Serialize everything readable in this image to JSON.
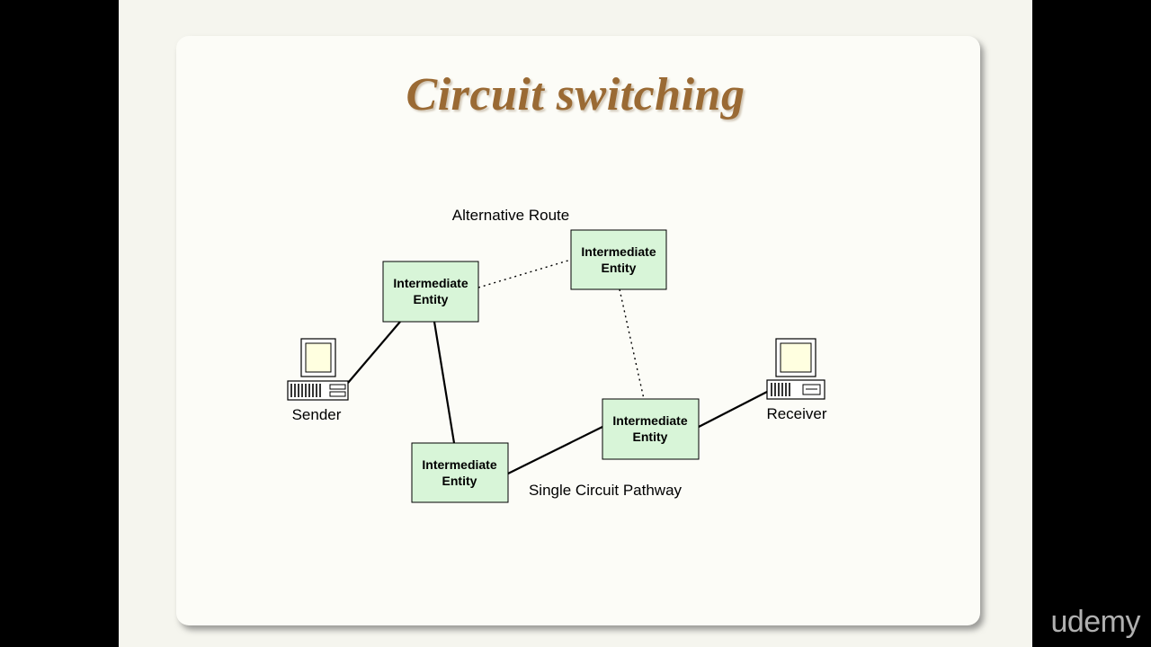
{
  "slide": {
    "title": "Circuit switching"
  },
  "diagram": {
    "nodes": [
      {
        "id": "ie-top-left",
        "line1": "Intermediate",
        "line2": "Entity"
      },
      {
        "id": "ie-top-right",
        "line1": "Intermediate",
        "line2": "Entity"
      },
      {
        "id": "ie-bottom-left",
        "line1": "Intermediate",
        "line2": "Entity"
      },
      {
        "id": "ie-bottom-right",
        "line1": "Intermediate",
        "line2": "Entity"
      }
    ],
    "labels": {
      "alternative_route": "Alternative Route",
      "single_circuit_pathway": "Single Circuit Pathway",
      "sender": "Sender",
      "receiver": "Receiver"
    },
    "colors": {
      "node_fill": "#d8f5d8",
      "title": "#9a6a34"
    }
  },
  "watermark": {
    "text": "udemy"
  }
}
